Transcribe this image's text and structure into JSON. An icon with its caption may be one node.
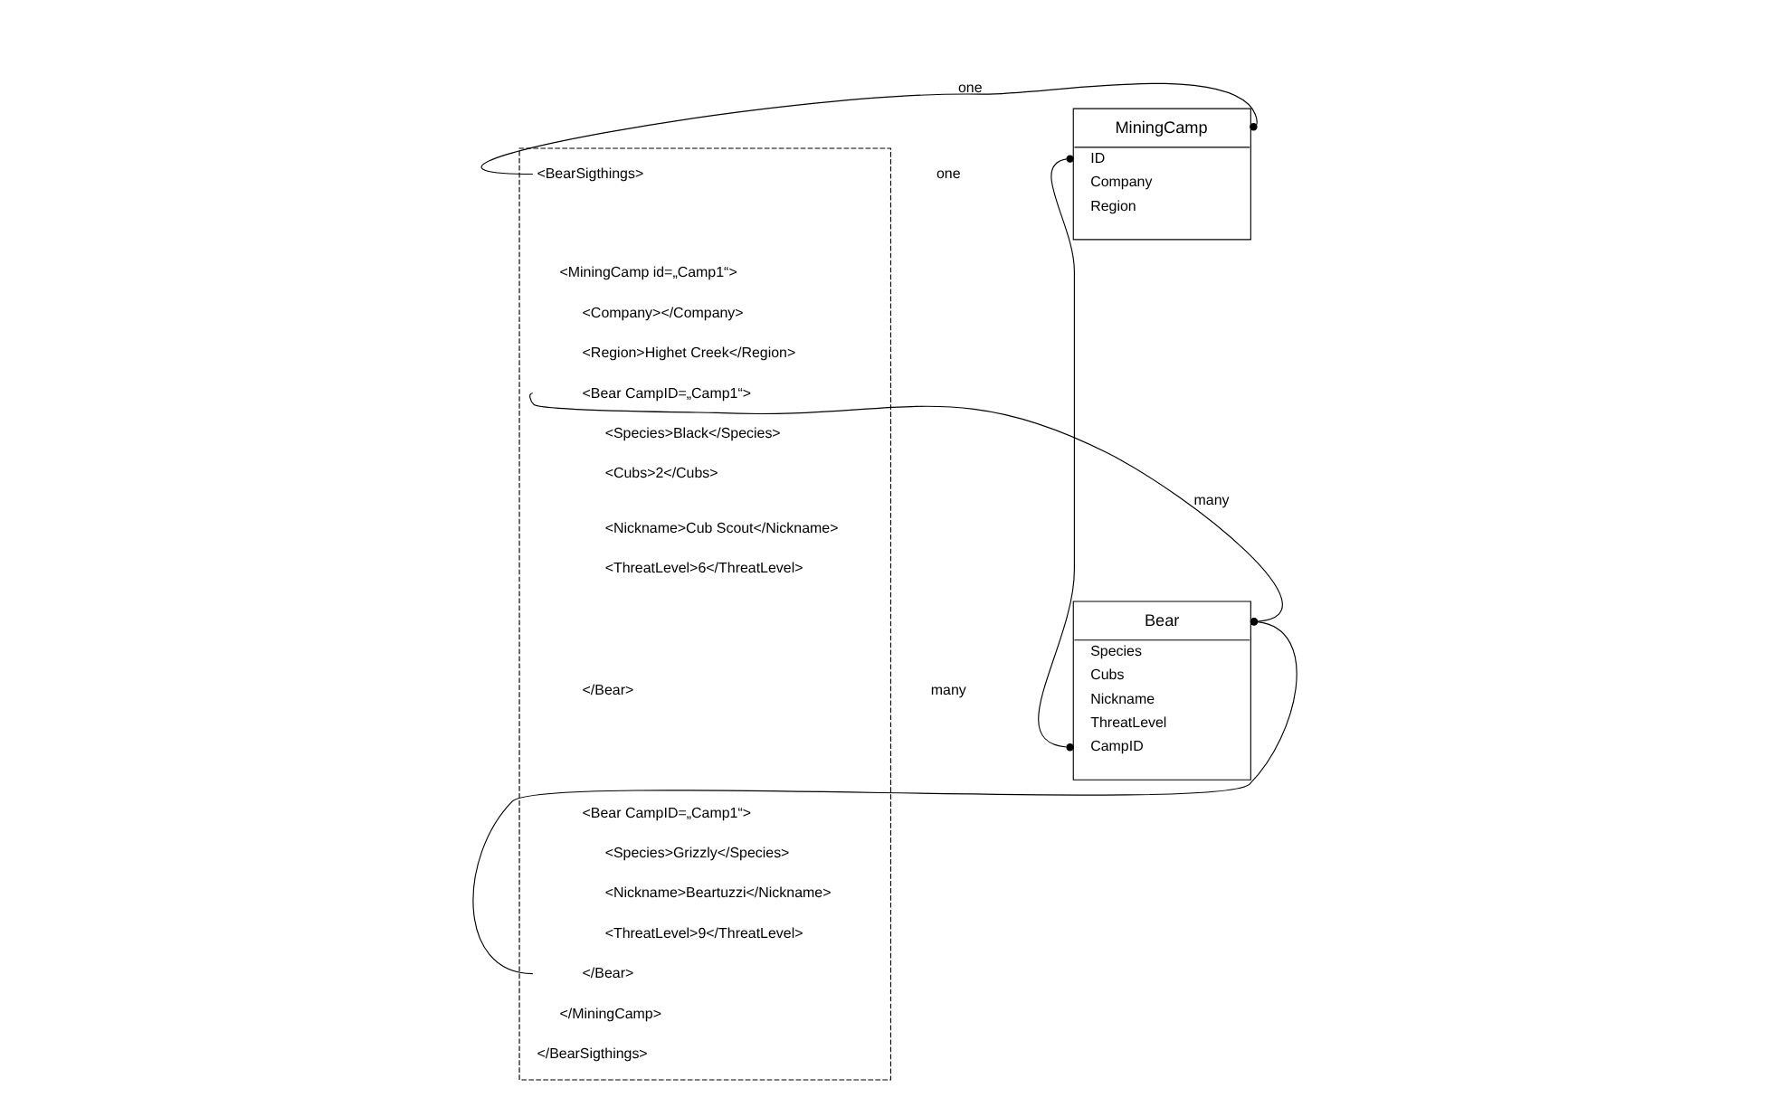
{
  "diagram": {
    "nodes": [
      {
        "text": [
          "MiningCamp",
          "ID",
          "Company",
          "Region"
        ]
      },
      {
        "text": [
          "Bear",
          "Species",
          "Cubs",
          "Nickname",
          "ThreatLevel",
          "CampID"
        ]
      },
      {
        "text": [],
        "shape": "page"
      },
      {
        "text": [
          "<BearSigthings>"
        ],
        "in": 2
      },
      {
        "text": [
          "<MiningCamp id=„Camp1“>"
        ],
        "in": 2
      },
      {
        "text": [
          "<Company></Company>"
        ],
        "in": 2
      },
      {
        "text": [
          "<Region>Highet Creek</Region>"
        ],
        "in": 2
      },
      {
        "text": [
          "<Bear CampID=„Camp1“>"
        ],
        "in": 2
      },
      {
        "text": [
          "<Species>Black</Species>"
        ],
        "in": 2
      },
      {
        "text": [
          "<Cubs>2</Cubs>"
        ],
        "in": 2
      },
      {
        "text": [
          "<Nickname>Cub Scout</Nickname>"
        ],
        "in": 2
      },
      {
        "text": [
          "<ThreatLevel>6</ThreatLevel>"
        ],
        "in": 2
      },
      {
        "text": [
          "</Bear>"
        ],
        "in": 2
      },
      {
        "text": [
          "<Bear CampID=„Camp1“>"
        ],
        "in": 2
      },
      {
        "text": [
          "<Species>Grizzly</Species>"
        ],
        "in": 2
      },
      {
        "text": [
          "<Nickname>Beartuzzi</Nickname>"
        ],
        "in": 2
      },
      {
        "text": [
          "<ThreatLevel>9</ThreatLevel>"
        ],
        "in": 2
      },
      {
        "text": [
          "</Bear>"
        ],
        "in": 2
      },
      {
        "text": [
          "</MiningCamp>"
        ],
        "in": 2
      },
      {
        "text": [
          "</BearSigthings>"
        ],
        "in": 2
      }
    ],
    "edges": [
      {
        "from": 0,
        "to": 3,
        "arrow": "other",
        "label": "one"
      },
      {
        "from": 0,
        "to": 1,
        "arrow": "other"
      },
      {
        "from": 1,
        "to": 7,
        "arrow": "other",
        "label": "many"
      },
      {
        "from": 1,
        "to": 17,
        "arrow": "other"
      }
    ],
    "labels": [
      "one",
      "many"
    ]
  }
}
